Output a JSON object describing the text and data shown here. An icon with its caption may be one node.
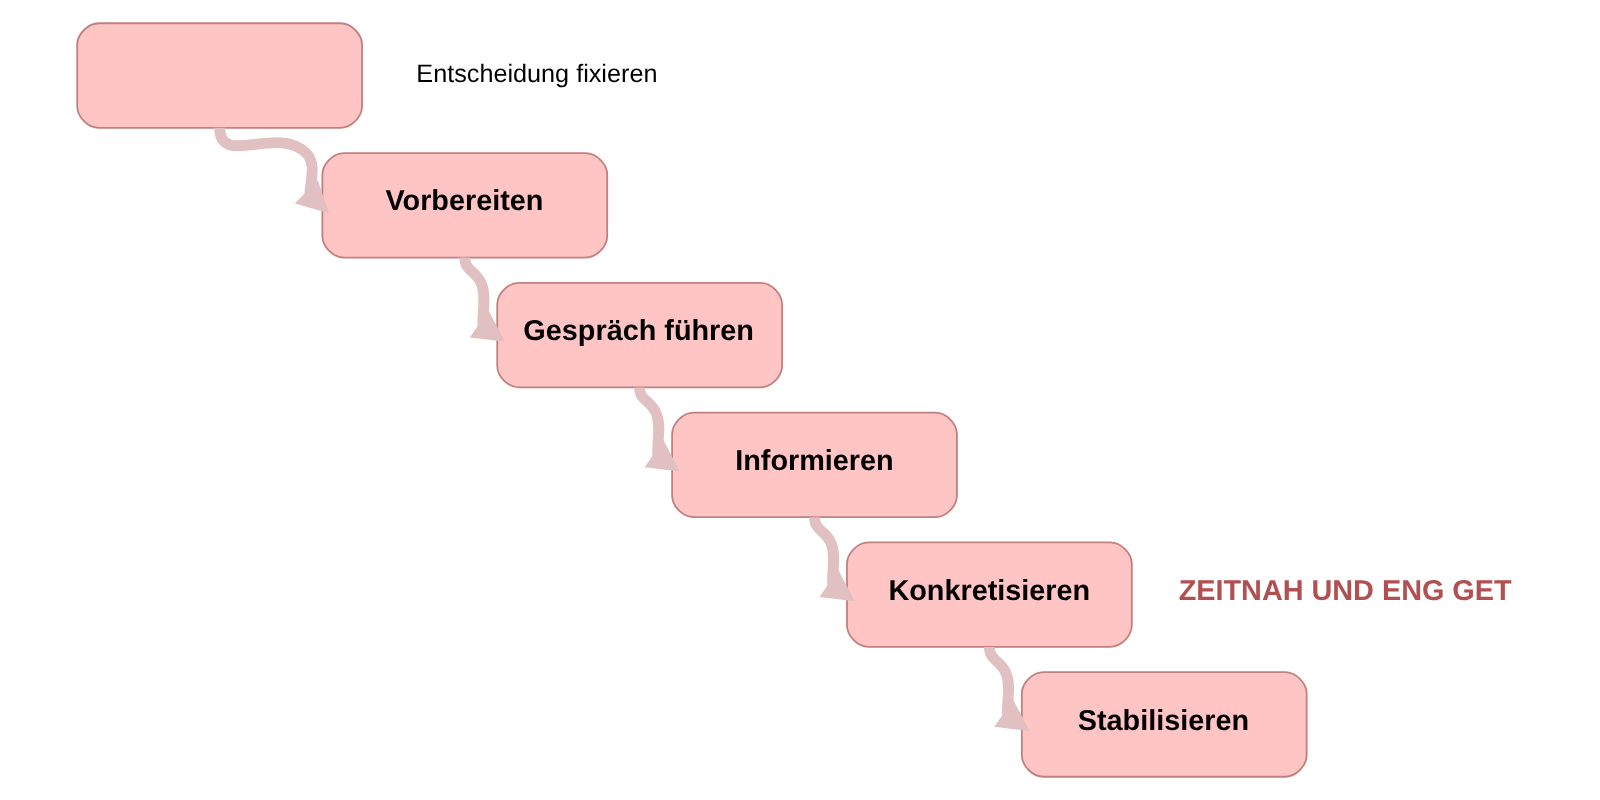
{
  "diagram": {
    "nodes": [
      {
        "text": [],
        "shape": "box"
      },
      {
        "text": [
          "Vorbereiten"
        ]
      },
      {
        "text": [
          "Gespräch führen"
        ]
      },
      {
        "text": [
          "Informieren"
        ]
      },
      {
        "text": [
          "Konkretisieren"
        ]
      },
      {
        "text": [
          "Stabilisieren"
        ]
      }
    ],
    "edges": [
      {
        "from": 0,
        "to": 1,
        "arrow": "to"
      },
      {
        "from": 1,
        "to": 2,
        "arrow": "to"
      },
      {
        "from": 2,
        "to": 3,
        "arrow": "to"
      },
      {
        "from": 3,
        "to": 4,
        "arrow": "to"
      },
      {
        "from": 4,
        "to": 5,
        "arrow": "to"
      }
    ],
    "labels": [
      "Entscheidung fixieren",
      "ZEITNAH UND ENG GET"
    ]
  }
}
